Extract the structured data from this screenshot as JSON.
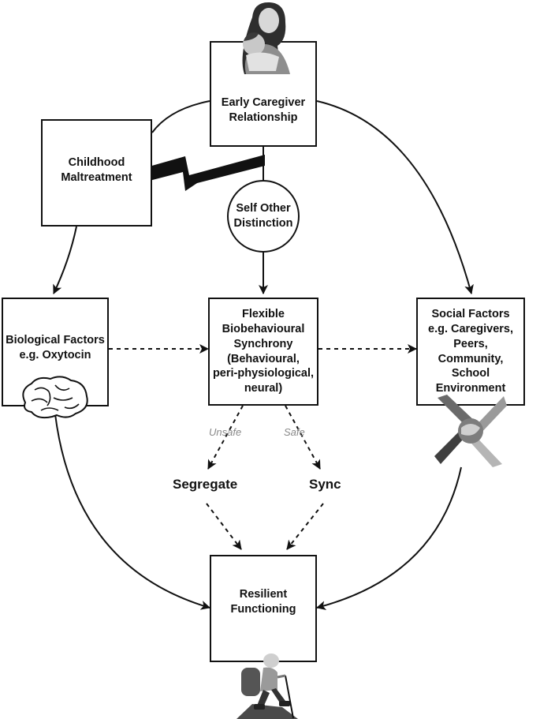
{
  "nodes": {
    "caregiver": "Early Caregiver\nRelationship",
    "maltreatment": "Childhood\nMaltreatment",
    "self_other": "Self Other\nDistinction",
    "biological": "Biological Factors\ne.g. Oxytocin",
    "synchrony": "Flexible\nBiobehavioural\nSynchrony\n(Behavioural,\nperi-physiological,\nneural)",
    "social": "Social Factors\ne.g. Caregivers,\nPeers,\nCommunity,\nSchool\nEnvironment",
    "resilient": "Resilient\nFunctioning"
  },
  "branches": {
    "segregate": "Segregate",
    "sync": "Sync"
  },
  "edge_labels": {
    "unsafe": "Unsafe",
    "safe": "Safe"
  },
  "icons": [
    "mother-child-icon",
    "brain-icon",
    "hands-stack-icon",
    "hiker-icon",
    "lightning-bolt-icon"
  ]
}
